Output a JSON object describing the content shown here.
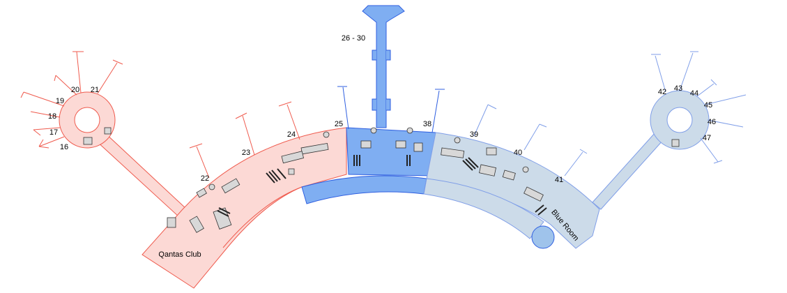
{
  "colors": {
    "red_stroke": "#ef5a4d",
    "red_fill": "#fcd9d5",
    "blue_stroke": "#2f5fe0",
    "blue_fill": "#7faef2",
    "steel_stroke": "#7f9ee8",
    "steel_fill": "#ccdbe9"
  },
  "labels": {
    "pier_top": "26 - 30",
    "qantas_club": "Qantas Club",
    "blue_room": "Blue Room"
  },
  "gates": {
    "g16": "16",
    "g17": "17",
    "g18": "18",
    "g19": "19",
    "g20": "20",
    "g21": "21",
    "g22": "22",
    "g23": "23",
    "g24": "24",
    "g25": "25",
    "g38": "38",
    "g39": "39",
    "g40": "40",
    "g41": "41",
    "g42": "42",
    "g43": "43",
    "g44": "44",
    "g45": "45",
    "g46": "46",
    "g47": "47"
  }
}
